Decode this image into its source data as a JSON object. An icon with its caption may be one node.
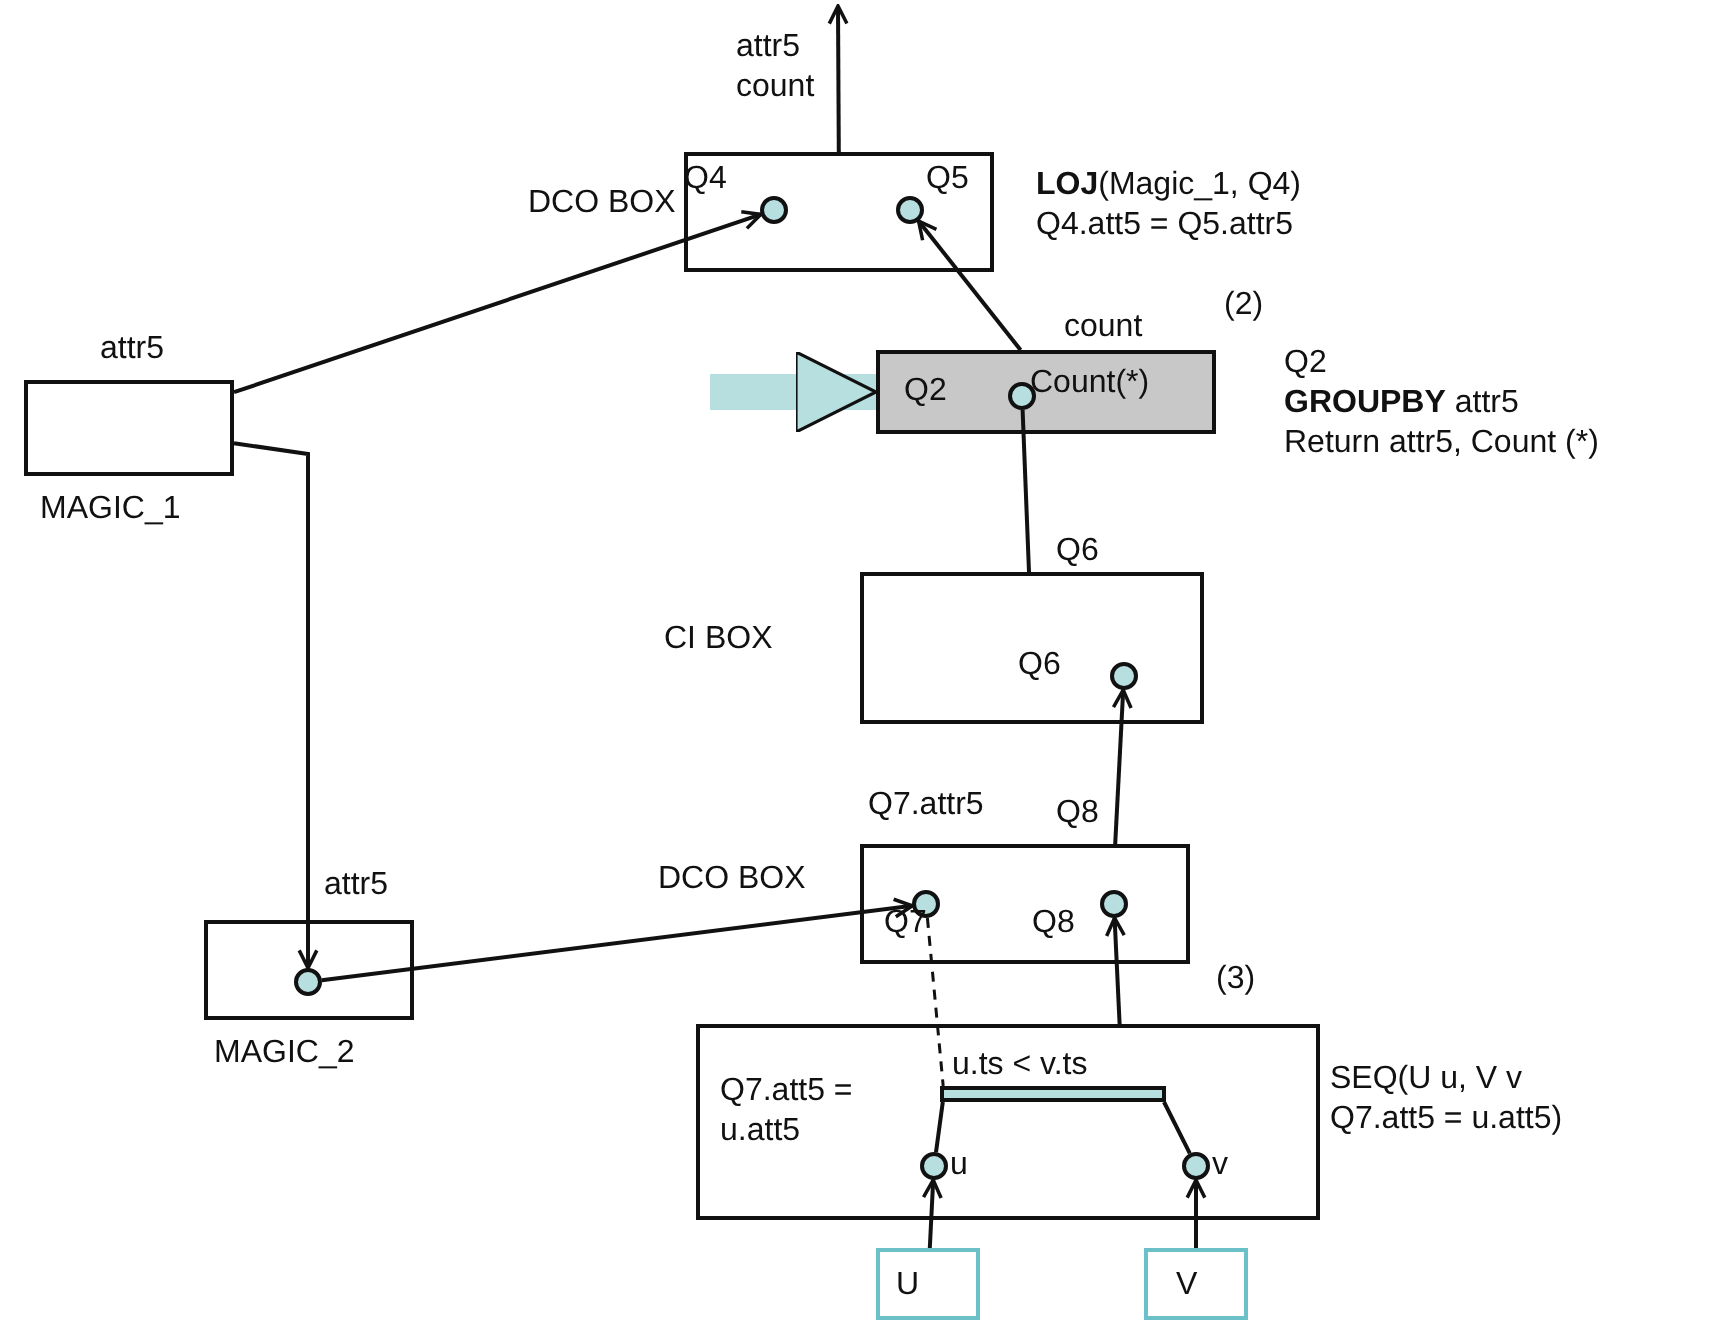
{
  "diagram": {
    "nodes": [
      {
        "text": [
          "DCO BOX"
        ]
      },
      {
        "text": [],
        "shape": "circle",
        "in": 0,
        "beside": [
          "Q4"
        ]
      },
      {
        "text": [],
        "shape": "circle",
        "in": 0,
        "beside": [
          "Q5"
        ]
      },
      {
        "text": [
          "attr5",
          "MAGIC_1"
        ]
      },
      {
        "text": [
          "Q2"
        ]
      },
      {
        "text": [],
        "shape": "circle",
        "in": 4,
        "beside": [
          "Count(*)"
        ]
      },
      {
        "text": [
          "CI BOX"
        ]
      },
      {
        "text": [],
        "shape": "circle",
        "in": 6,
        "beside": [
          "Q6"
        ]
      },
      {
        "text": [
          "DCO BOX"
        ]
      },
      {
        "text": [],
        "shape": "circle",
        "in": 8,
        "beside": [
          "Q7"
        ]
      },
      {
        "text": [],
        "shape": "circle",
        "in": 8,
        "beside": [
          "Q8"
        ]
      },
      {
        "text": [
          "attr5",
          "MAGIC_2"
        ]
      },
      {
        "text": [],
        "shape": "circle",
        "in": 11
      },
      {
        "text": [
          "Q7.att5 = u.att5"
        ]
      },
      {
        "text": [],
        "shape": "bar",
        "in": 13,
        "beside": [
          "u.ts < v.ts"
        ]
      },
      {
        "text": [],
        "shape": "circle",
        "in": 13,
        "beside": [
          "u"
        ]
      },
      {
        "text": [],
        "shape": "circle",
        "in": 13,
        "beside": [
          "v"
        ]
      },
      {
        "text": [
          "U"
        ]
      },
      {
        "text": [
          "V"
        ]
      }
    ],
    "edges": [
      {
        "from": 0,
        "to": null,
        "arrow": "to",
        "label": "attr5 count"
      },
      {
        "from": 3,
        "to": 1,
        "arrow": "to"
      },
      {
        "from": 4,
        "to": 2,
        "arrow": "to",
        "label": "count"
      },
      {
        "from": 3,
        "to": 12,
        "arrow": "to"
      },
      {
        "from": 5,
        "to": 6,
        "arrow": "none",
        "label": "Q6"
      },
      {
        "from": 8,
        "to": 7,
        "arrow": "to",
        "label": "Q8"
      },
      {
        "from": 12,
        "to": 9,
        "arrow": "to"
      },
      {
        "from": 13,
        "to": 10,
        "arrow": "to"
      },
      {
        "from": 9,
        "to": 14,
        "arrow": "none",
        "style": "dashed"
      },
      {
        "from": 17,
        "to": 15,
        "arrow": "to"
      },
      {
        "from": 18,
        "to": 16,
        "arrow": "to"
      },
      {
        "from": 15,
        "to": 14,
        "arrow": "none"
      },
      {
        "from": 16,
        "to": 14,
        "arrow": "none"
      },
      {
        "from": null,
        "to": 4,
        "arrow": "to",
        "style": "thick",
        "color": "#b7dfe0"
      }
    ],
    "labels": [
      "**LOJ**(Magic_1, Q4)",
      "Q4.att5 = Q5.attr5",
      "(2)",
      "Q2",
      "**GROUPBY** attr5",
      "Return attr5, Count (*)",
      "Q7.attr5",
      "(3)",
      "SEQ(U u, V v",
      "Q7.att5 = u.att5)"
    ]
  }
}
